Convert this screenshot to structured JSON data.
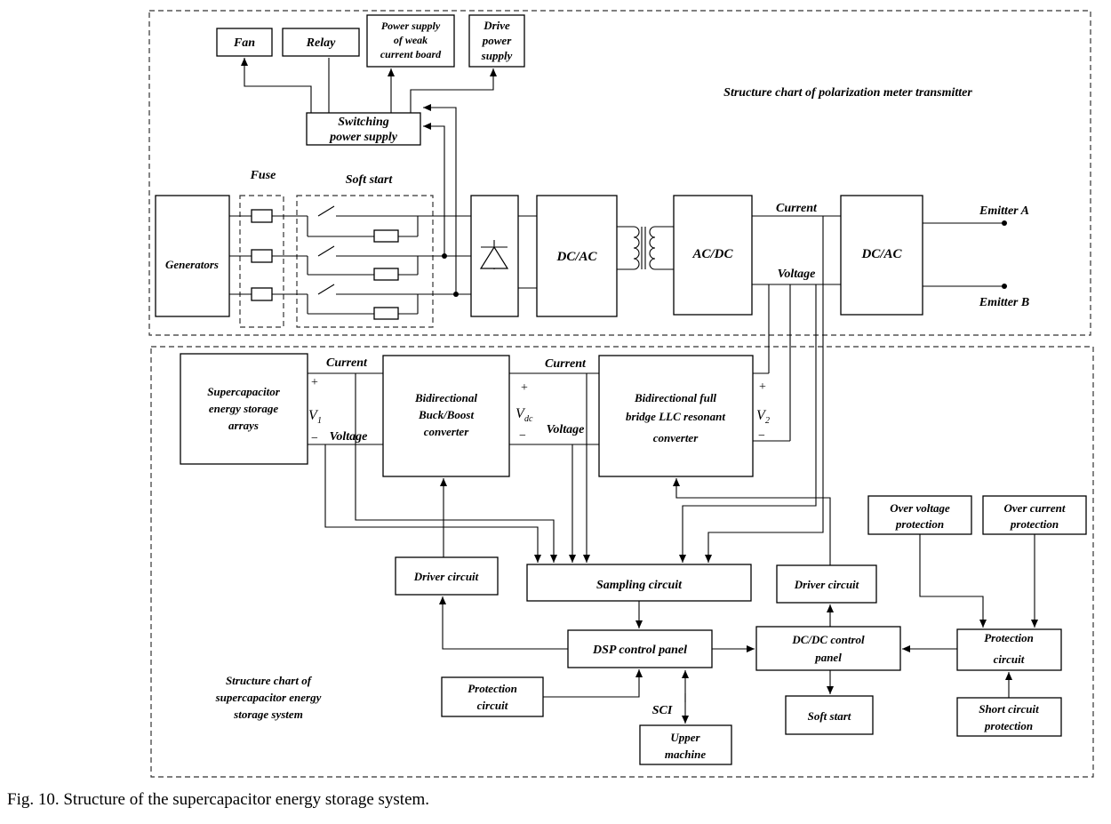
{
  "regions": {
    "transmitter_title": "Structure chart of polarization meter transmitter",
    "storage_title": [
      "Structure chart of",
      "supercapacitor energy",
      "storage system"
    ]
  },
  "blocks": {
    "fan": "Fan",
    "relay": "Relay",
    "weak_psu": [
      "Power supply",
      "of weak",
      "current board"
    ],
    "drive_psu": [
      "Drive",
      "power",
      "supply"
    ],
    "switching_psu": [
      "Switching",
      "power supply"
    ],
    "generators": "Generators",
    "fuse": "Fuse",
    "soft_start_top": "Soft start",
    "dcac1": "DC/AC",
    "acdc": "AC/DC",
    "dcac2": "DC/AC",
    "emitter_a": "Emitter A",
    "emitter_b": "Emitter B",
    "current_top": "Current",
    "voltage_top": "Voltage",
    "supercap": [
      "Supercapacitor",
      "energy storage",
      "arrays"
    ],
    "buck_boost": [
      "Bidirectional",
      "Buck/Boost",
      "converter"
    ],
    "llc": [
      "Bidirectional  full",
      "bridge LLC resonant",
      "converter"
    ],
    "current_1": "Current",
    "voltage_1": "Voltage",
    "current_2": "Current",
    "voltage_2": "Voltage",
    "v1": "V",
    "v1_sub": "1",
    "vdc": "V",
    "vdc_sub": "dc",
    "v2": "V",
    "v2_sub": "2",
    "plus": "+",
    "minus": "−",
    "driver_left": "Driver circuit",
    "sampling": "Sampling circuit",
    "driver_right": "Driver circuit",
    "over_voltage": [
      "Over voltage",
      "protection"
    ],
    "over_current": [
      "Over current",
      "protection"
    ],
    "dsp": "DSP control panel",
    "dcdc_ctrl": [
      "DC/DC control",
      "panel"
    ],
    "protection_right": [
      "Protection",
      "circuit"
    ],
    "protection_left": [
      "Protection",
      "circuit"
    ],
    "sci": "SCI",
    "upper": [
      "Upper",
      "machine"
    ],
    "soft_start_bottom": "Soft start",
    "short_circuit": [
      "Short circuit",
      "protection"
    ]
  },
  "caption": "Fig. 10. Structure of the supercapacitor energy storage system."
}
